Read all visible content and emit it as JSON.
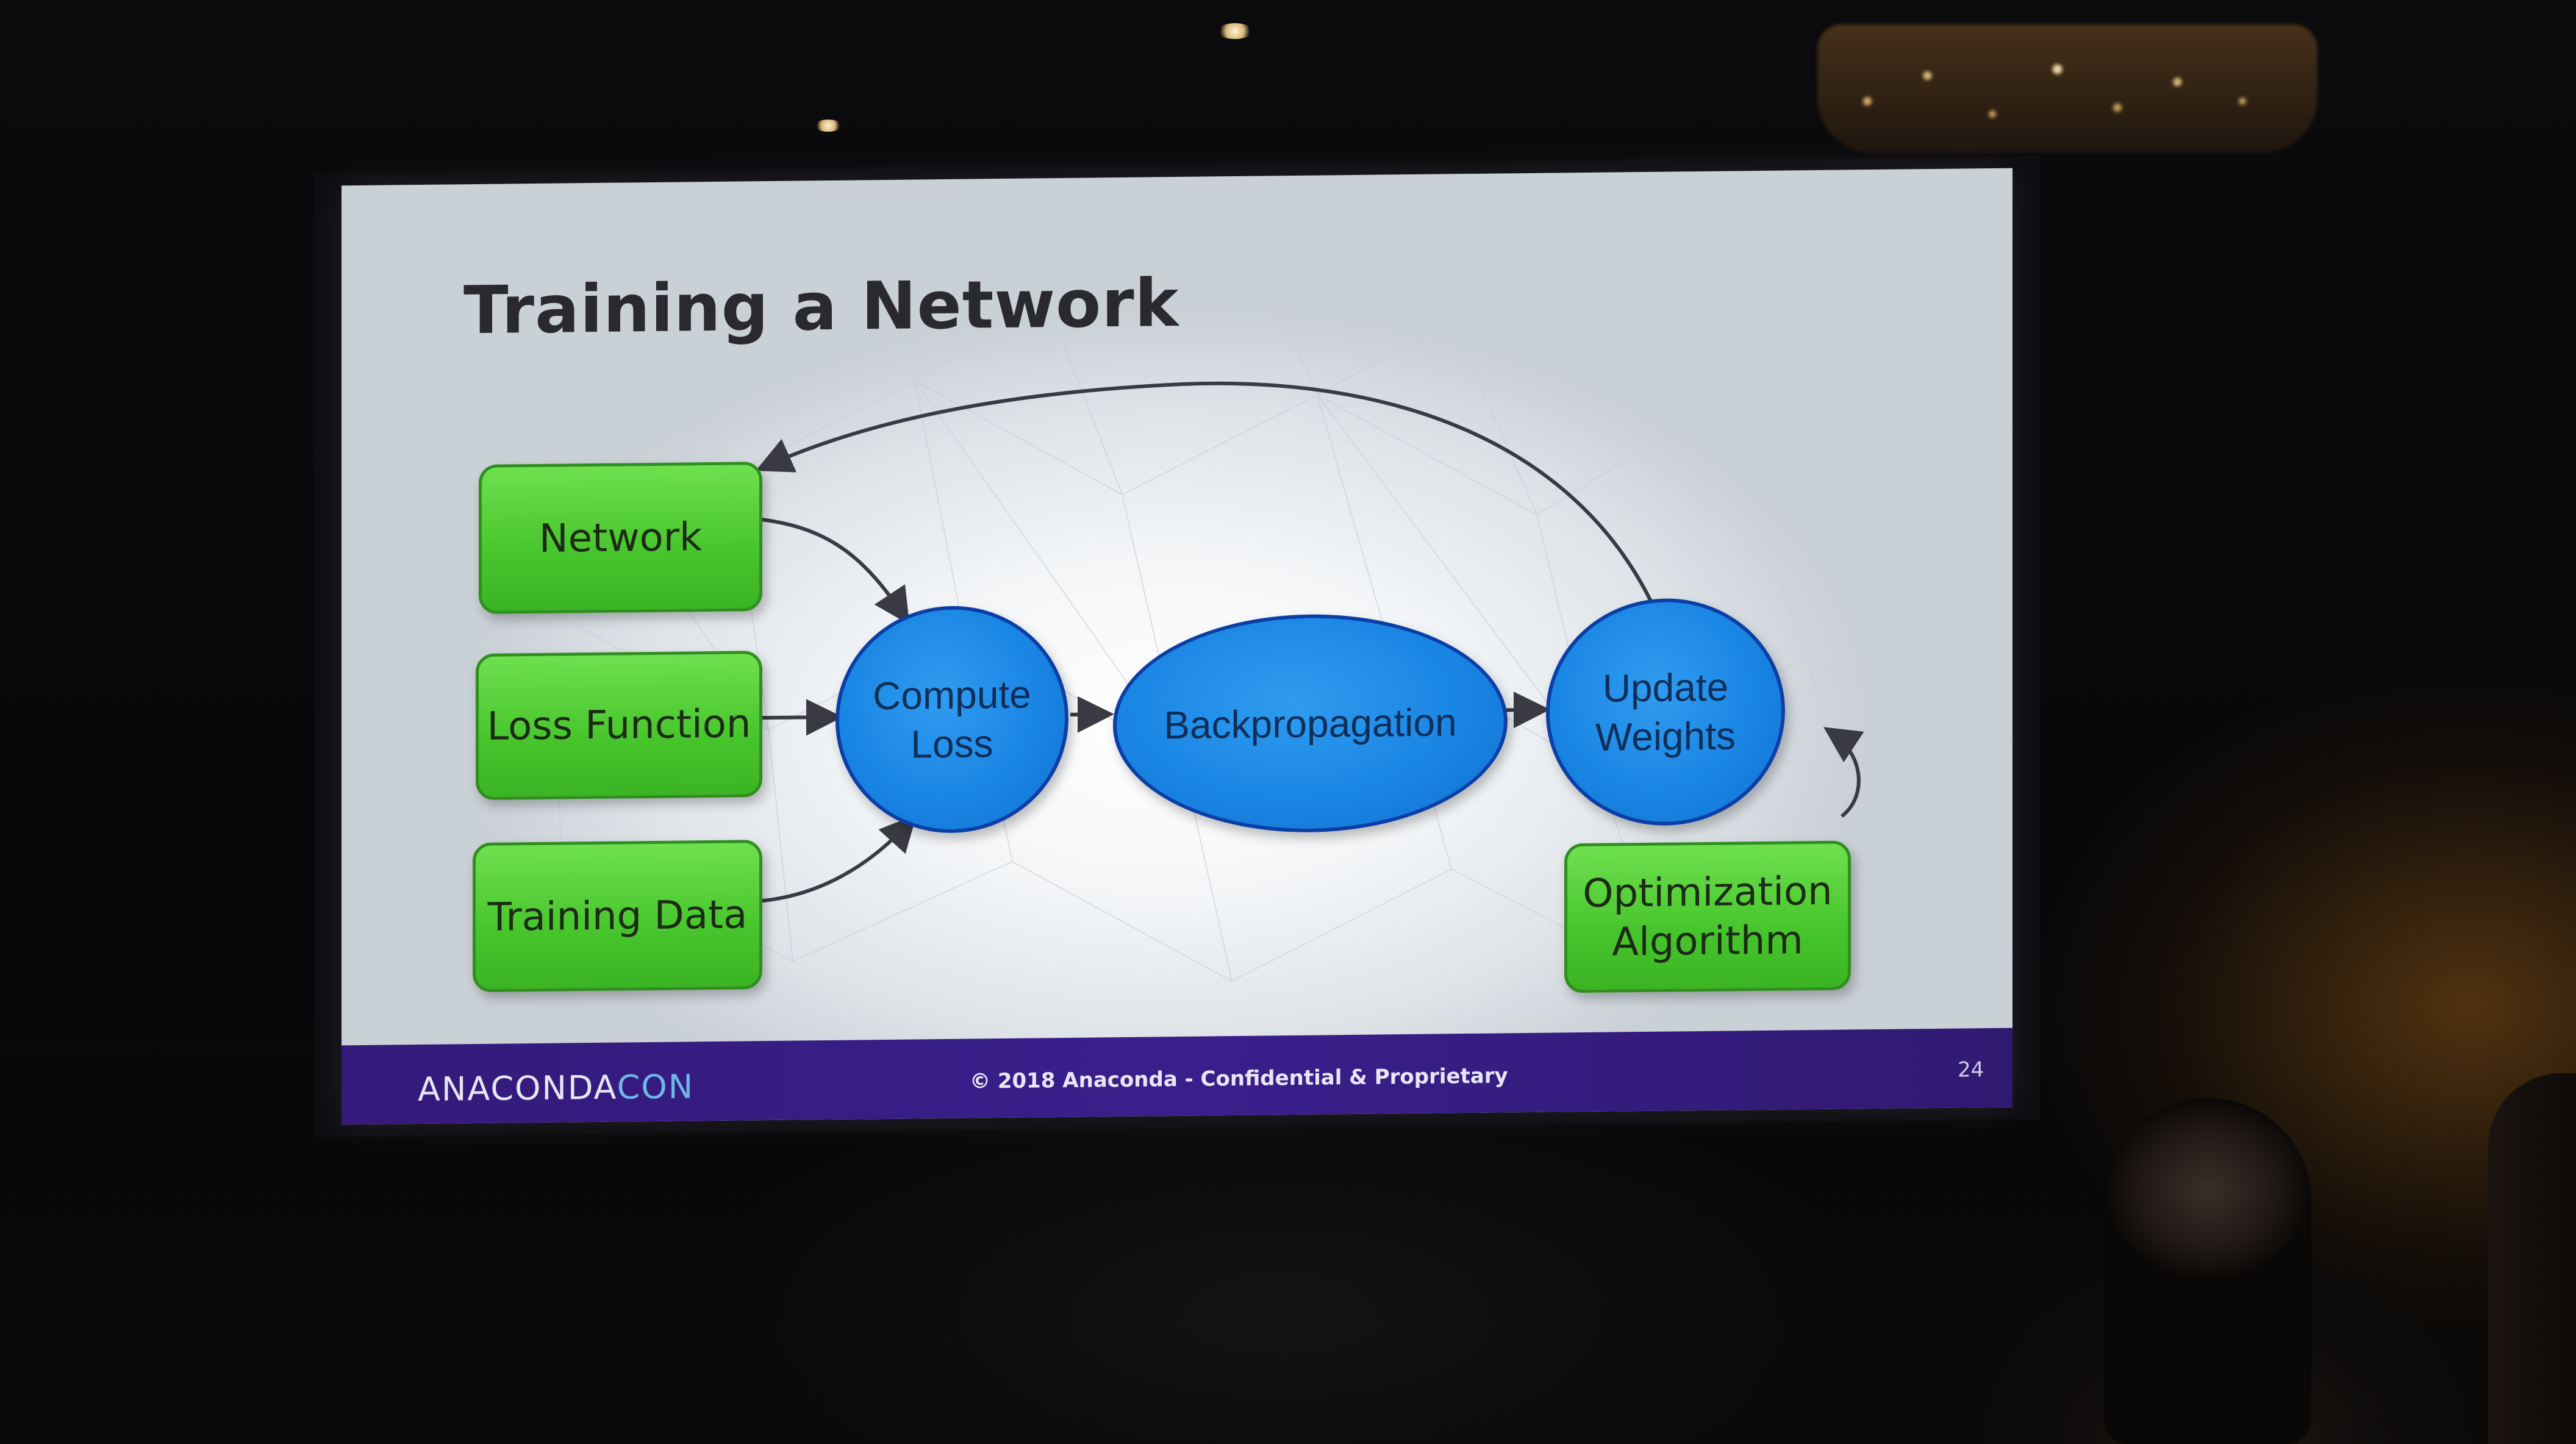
{
  "slide": {
    "title": "Training a Network",
    "nodes": {
      "network": "Network",
      "loss_function": "Loss Function",
      "training_data": "Training Data",
      "compute_loss": "Compute Loss",
      "backpropagation": "Backpropagation",
      "update_weights": "Update Weights",
      "optimization_algorithm": "Optimization Algorithm"
    },
    "edges": [
      {
        "from": "Network",
        "to": "Compute Loss"
      },
      {
        "from": "Loss Function",
        "to": "Compute Loss"
      },
      {
        "from": "Training Data",
        "to": "Compute Loss"
      },
      {
        "from": "Compute Loss",
        "to": "Backpropagation"
      },
      {
        "from": "Backpropagation",
        "to": "Update Weights"
      },
      {
        "from": "Optimization Algorithm",
        "to": "Update Weights"
      },
      {
        "from": "Update Weights",
        "to": "Network"
      }
    ],
    "footer": {
      "brand_main": "ANACONDA",
      "brand_accent": "CON",
      "copyright": "© 2018 Anaconda - Confidential & Proprietary",
      "page_number": "24"
    }
  },
  "colors": {
    "box_green": "#47c52c",
    "oval_blue": "#1a86e4",
    "footer_purple": "#3a1f8c",
    "title_text": "#2a2a2e"
  }
}
